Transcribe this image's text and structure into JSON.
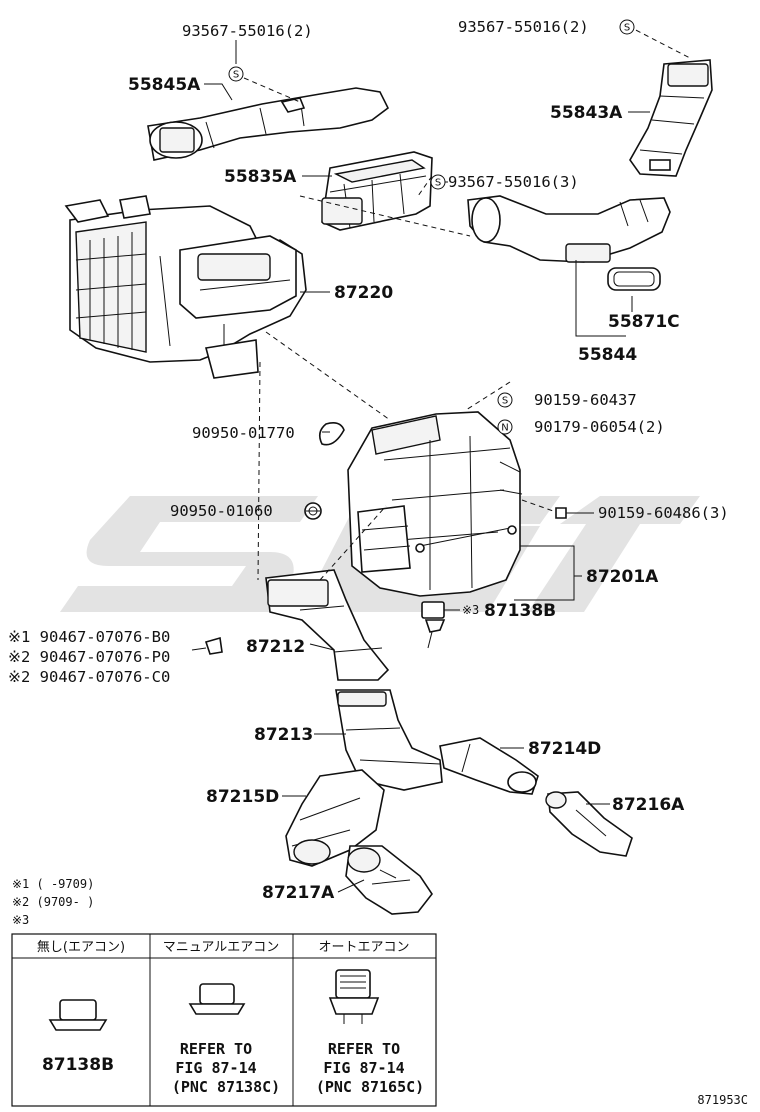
{
  "watermark": "SGT",
  "labels": {
    "p93567_a": "93567-55016(2)",
    "p93567_b": "93567-55016(2)",
    "p93567_c": "93567-55016(3)",
    "p55845A": "55845A",
    "p55843A": "55843A",
    "p55835A": "55835A",
    "p87220": "87220",
    "p55871C": "55871C",
    "p55844": "55844",
    "p90159_60437": "90159-60437",
    "p90179": "90179-06054(2)",
    "p90950_01770": "90950-01770",
    "p90950_01060": "90950-01060",
    "p90159_60486": "90159-60486(3)",
    "p87201A": "87201A",
    "p87138B": "87138B",
    "mark3": "※3",
    "p87212": "87212",
    "bolt1": "※1 90467-07076-B0",
    "bolt2": "※2 90467-07076-P0",
    "bolt3": "※2 90467-07076-C0",
    "p87213": "87213",
    "p87214D": "87214D",
    "p87215D": "87215D",
    "p87216A": "87216A",
    "p87217A": "87217A"
  },
  "symbols": {
    "s": "S",
    "n": "N"
  },
  "notes": {
    "n1": "※1 (   -9709)",
    "n2": "※2 (9709-   )",
    "n3": "※3"
  },
  "table": {
    "headers": [
      "無し(エアコン)",
      "マニュアルエアコン",
      "オートエアコン"
    ],
    "col1_label": "87138B",
    "col2_lines": [
      "REFER TO",
      "FIG 87-14",
      "(PNC 87138C)"
    ],
    "col3_lines": [
      "REFER TO",
      "FIG 87-14",
      "(PNC 87165C)"
    ]
  },
  "figure_code": "871953C"
}
